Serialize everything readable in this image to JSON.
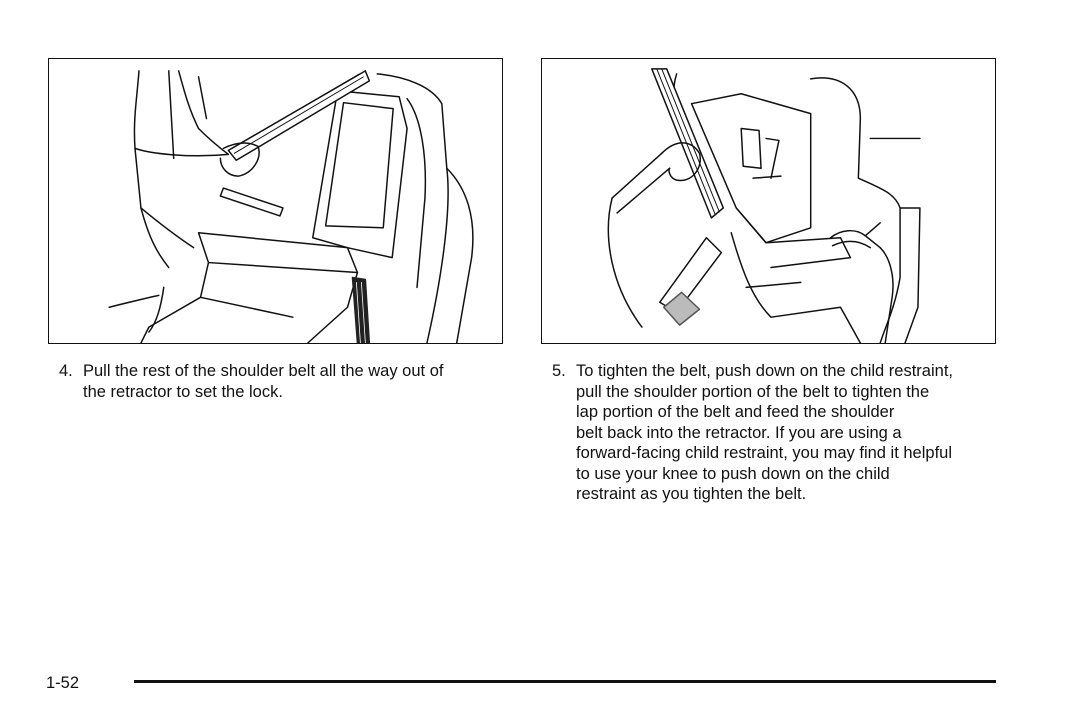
{
  "figures": [
    {
      "name": "figure-pull-belt-out",
      "icons": [
        "person-torso-illustration",
        "seat-belt-strap-illustration",
        "child-restraint-seat-illustration",
        "vehicle-seat-illustration"
      ]
    },
    {
      "name": "figure-tighten-belt",
      "icons": [
        "hand-pulling-belt-illustration",
        "child-restraint-seat-illustration",
        "hand-pushing-seat-illustration",
        "vehicle-seat-illustration"
      ]
    }
  ],
  "steps": [
    {
      "number": "4.",
      "lines": [
        "Pull the rest of the shoulder belt all the way out of",
        "the retractor to set the lock."
      ]
    },
    {
      "number": "5.",
      "lines": [
        "To tighten the belt, push down on the child restraint,",
        "pull the shoulder portion of the belt to tighten the",
        "lap portion of the belt and feed the shoulder",
        "belt back into the retractor. If you are using a",
        "forward-facing child restraint, you may find it helpful",
        "to use your knee to push down on the child",
        "restraint as you tighten the belt."
      ]
    }
  ],
  "footer": {
    "page_number": "1-52"
  }
}
